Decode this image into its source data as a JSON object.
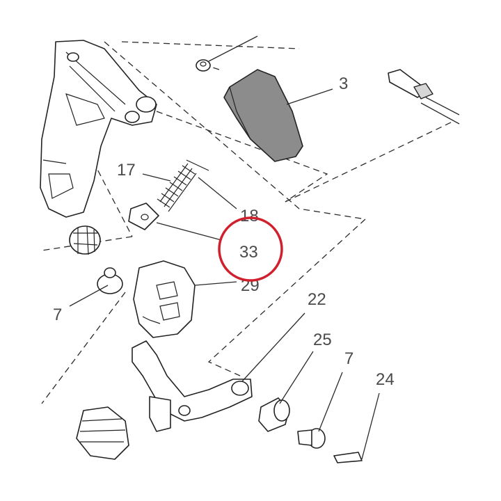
{
  "diagram": {
    "callouts": {
      "c3": "3",
      "c17": "17",
      "c18": "18",
      "c33": "33",
      "c29": "29",
      "c7a": "7",
      "c22": "22",
      "c25": "25",
      "c7b": "7",
      "c24": "24"
    },
    "highlight": {
      "target": "33",
      "color": "#d0202e"
    }
  }
}
